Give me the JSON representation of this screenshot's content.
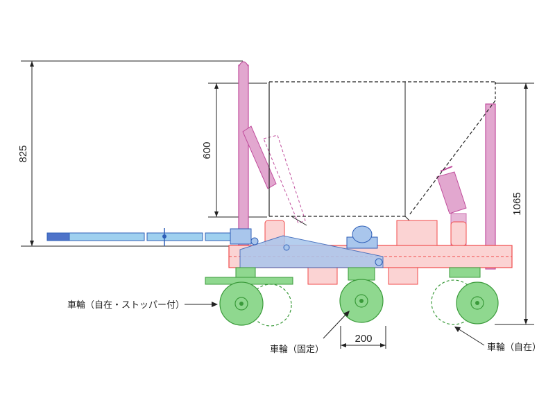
{
  "dimensions": {
    "handle_height": "825",
    "bucket_height": "600",
    "overall_height": "1065",
    "wheel_width": "200"
  },
  "labels": {
    "caster_with_stopper": "車輪（自在・ストッパー付）",
    "fixed_wheel": "車輪（固定）",
    "swivel_caster": "車輪（自在）"
  },
  "colors": {
    "frame": "#f04a4a",
    "frame_fill": "#fbd3d3",
    "handle": "#c04d9c",
    "handle_fill": "#e2a7cf",
    "wheel": "#3a9a3a",
    "wheel_fill": "#8fd88f",
    "link": "#2f5fb7",
    "link_fill": "#a9c6ec",
    "tow_bar_fill": "#9fd0ef",
    "bucket_line": "#222222"
  }
}
